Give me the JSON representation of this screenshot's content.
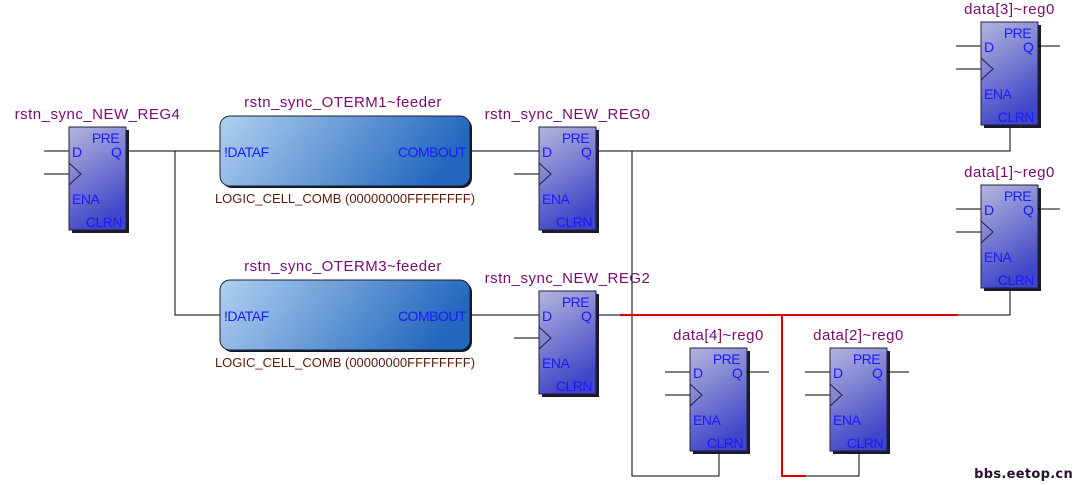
{
  "diagram": {
    "type": "rtl-netlist-schematic",
    "colors": {
      "register_fill_top": "#a8acd8",
      "register_fill_bottom": "#4a50cc",
      "comb_fill_left": "#aacbee",
      "comb_fill_right": "#2a6cc0",
      "port_text": "#1a1aff",
      "instance_label": "#7a0a6e",
      "highlight_wire": "#e00000",
      "wire": "#000000"
    },
    "registers": [
      {
        "id": "rstn_sync_NEW_REG4",
        "label": "rstn_sync_NEW_REG4",
        "ports": {
          "pre": "PRE",
          "d": "D",
          "q": "Q",
          "ena": "ENA",
          "clrn": "CLRN"
        }
      },
      {
        "id": "rstn_sync_NEW_REG0",
        "label": "rstn_sync_NEW_REG0",
        "ports": {
          "pre": "PRE",
          "d": "D",
          "q": "Q",
          "ena": "ENA",
          "clrn": "CLRN"
        }
      },
      {
        "id": "rstn_sync_NEW_REG2",
        "label": "rstn_sync_NEW_REG2",
        "ports": {
          "pre": "PRE",
          "d": "D",
          "q": "Q",
          "ena": "ENA",
          "clrn": "CLRN"
        }
      },
      {
        "id": "data3_reg0",
        "label": "data[3]~reg0",
        "ports": {
          "pre": "PRE",
          "d": "D",
          "q": "Q",
          "ena": "ENA",
          "clrn": "CLRN"
        }
      },
      {
        "id": "data1_reg0",
        "label": "data[1]~reg0",
        "ports": {
          "pre": "PRE",
          "d": "D",
          "q": "Q",
          "ena": "ENA",
          "clrn": "CLRN"
        }
      },
      {
        "id": "data4_reg0",
        "label": "data[4]~reg0",
        "ports": {
          "pre": "PRE",
          "d": "D",
          "q": "Q",
          "ena": "ENA",
          "clrn": "CLRN"
        }
      },
      {
        "id": "data2_reg0",
        "label": "data[2]~reg0",
        "ports": {
          "pre": "PRE",
          "d": "D",
          "q": "Q",
          "ena": "ENA",
          "clrn": "CLRN"
        }
      }
    ],
    "comb_cells": [
      {
        "id": "oterm1",
        "label": "rstn_sync_OTERM1~feeder",
        "in_port": "!DATAF",
        "out_port": "COMBOUT",
        "type_label": "LOGIC_CELL_COMB (00000000FFFFFFFF)"
      },
      {
        "id": "oterm3",
        "label": "rstn_sync_OTERM3~feeder",
        "in_port": "!DATAF",
        "out_port": "COMBOUT",
        "type_label": "LOGIC_CELL_COMB (00000000FFFFFFFF)"
      }
    ],
    "nets": [
      {
        "from": "rstn_sync_NEW_REG4.Q",
        "to": [
          "oterm1.!DATAF",
          "oterm3.!DATAF"
        ],
        "highlighted": false
      },
      {
        "from": "oterm1.COMBOUT",
        "to": [
          "rstn_sync_NEW_REG0.D"
        ],
        "highlighted": false
      },
      {
        "from": "oterm3.COMBOUT",
        "to": [
          "rstn_sync_NEW_REG2.D"
        ],
        "highlighted": false
      },
      {
        "from": "rstn_sync_NEW_REG0.Q",
        "to": [
          "data3_reg0.CLRN",
          "data4_reg0.CLRN"
        ],
        "highlighted": false
      },
      {
        "from": "rstn_sync_NEW_REG2.Q",
        "to": [
          "data1_reg0.CLRN",
          "data2_reg0.CLRN"
        ],
        "highlighted": true
      }
    ],
    "watermark": "bbs.eetop.cn"
  }
}
